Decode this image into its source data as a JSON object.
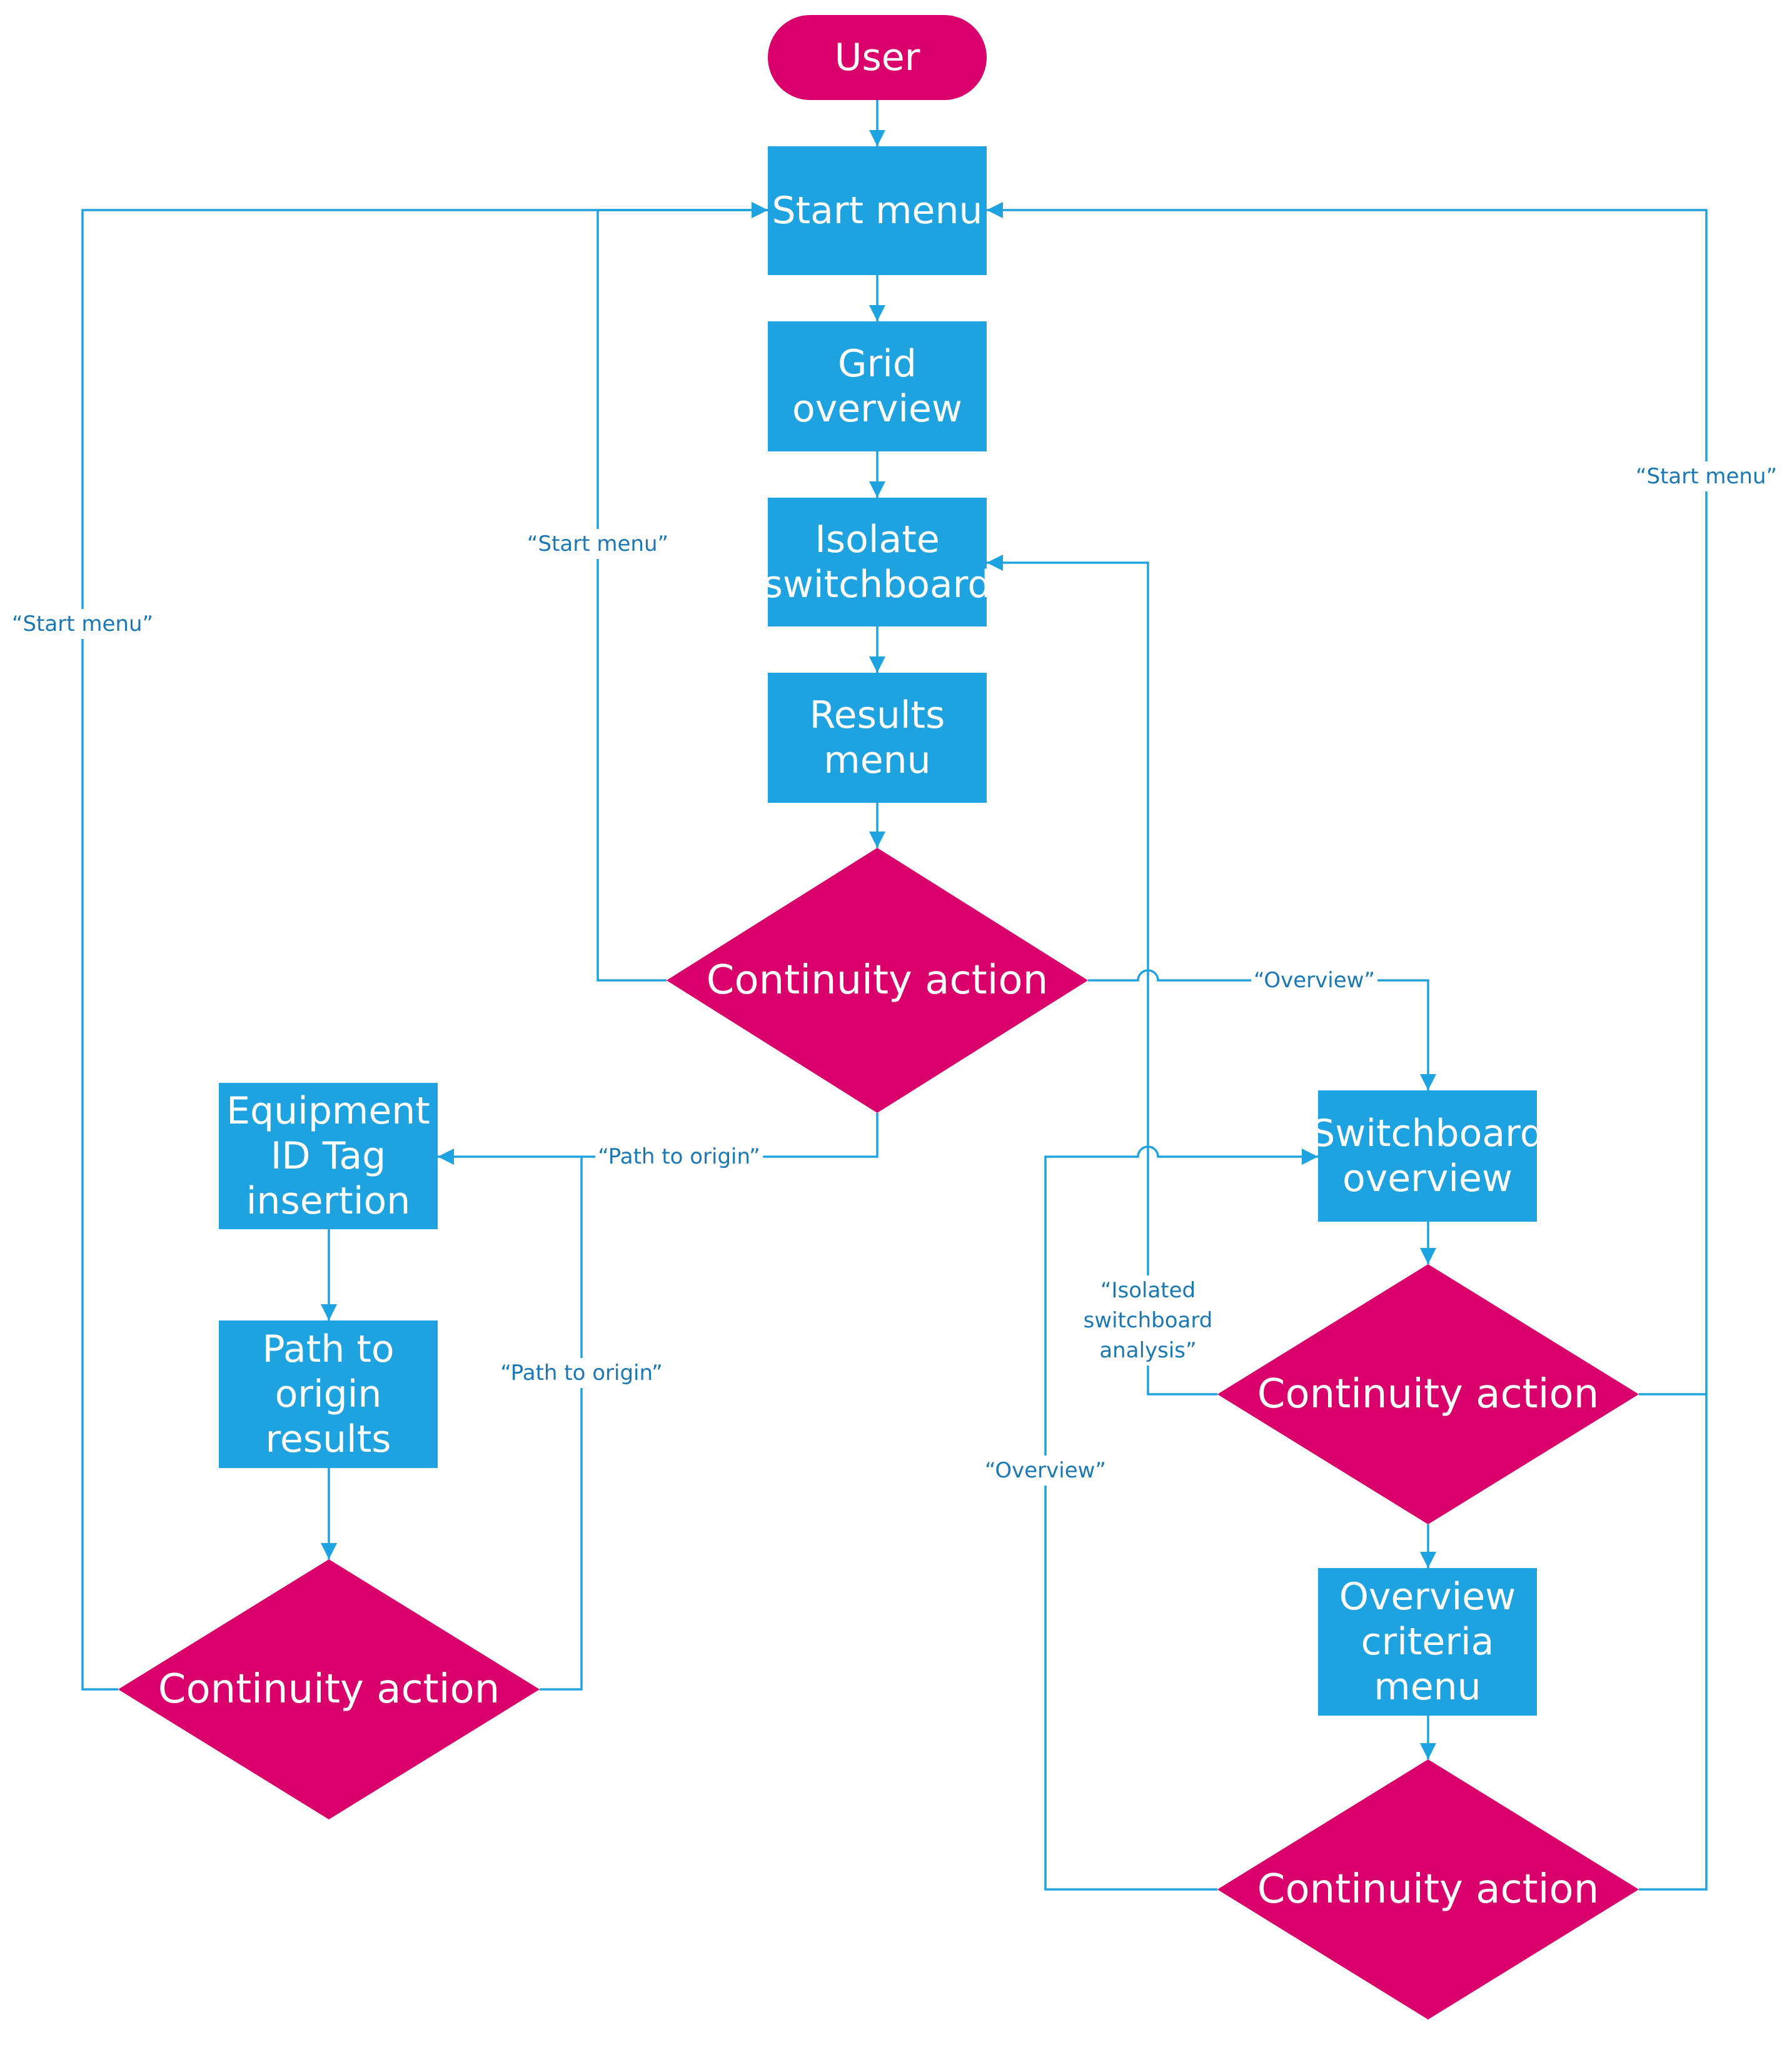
{
  "colors": {
    "process": "#1ea3e0",
    "decision": "#d9006c",
    "connector": "#1ea3e0",
    "label_text": "#1a78b5",
    "node_text": "#ffffff"
  },
  "nodes": {
    "user": "User",
    "start_menu": "Start menu",
    "grid_overview": [
      "Grid",
      "overview"
    ],
    "isolate_switchboard": [
      "Isolate",
      "switchboard"
    ],
    "results_menu": [
      "Results",
      "menu"
    ],
    "continuity_main": "Continuity action",
    "equipment_id": [
      "Equipment",
      "ID Tag",
      "insertion"
    ],
    "path_results": [
      "Path to",
      "origin",
      "results"
    ],
    "continuity_left": "Continuity action",
    "switchboard_overview": [
      "Switchboard",
      "overview"
    ],
    "continuity_right_mid": "Continuity action",
    "overview_criteria": [
      "Overview",
      "criteria",
      "menu"
    ],
    "continuity_right_bottom": "Continuity action"
  },
  "edge_labels": {
    "start_menu_far_left": "“Start menu”",
    "start_menu_inner_left": "“Start menu”",
    "start_menu_right": "“Start menu”",
    "overview_top": "“Overview”",
    "path_to_origin_top": "“Path to origin”",
    "path_to_origin_loop": "“Path to origin”",
    "isolated_switchboard_analysis": [
      "“Isolated",
      "switchboard",
      "analysis”"
    ],
    "overview_loop": "“Overview”"
  }
}
